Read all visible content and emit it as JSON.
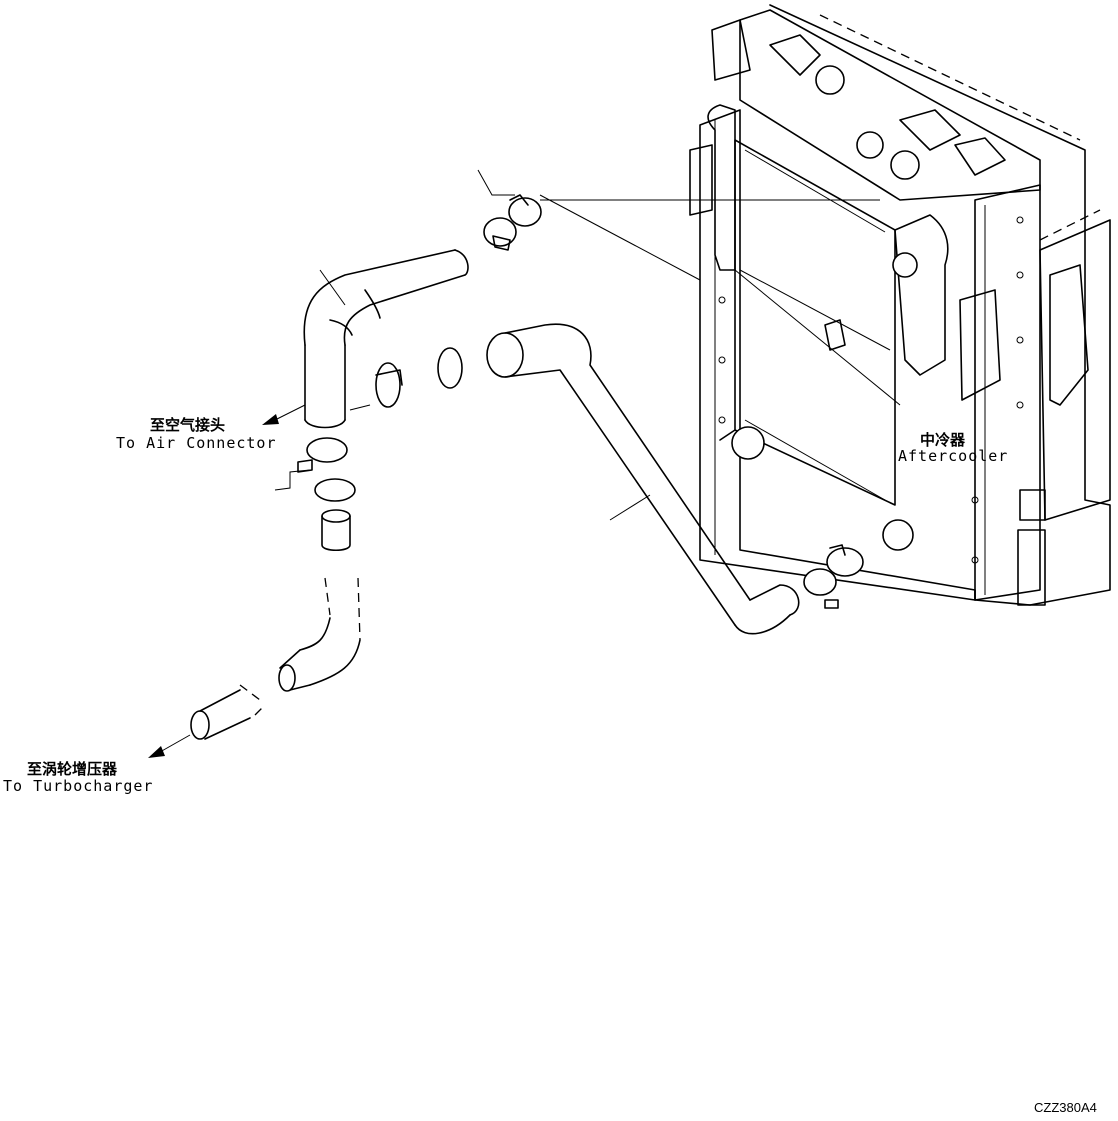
{
  "labels": {
    "air_connector_cn": "至空气接头",
    "air_connector_en": "To Air Connector",
    "turbocharger_cn": "至涡轮增压器",
    "turbocharger_en": "To Turbocharger",
    "aftercooler_cn": "中冷器",
    "aftercooler_en": "Aftercooler",
    "drawing_code": "CZZ380A4"
  }
}
